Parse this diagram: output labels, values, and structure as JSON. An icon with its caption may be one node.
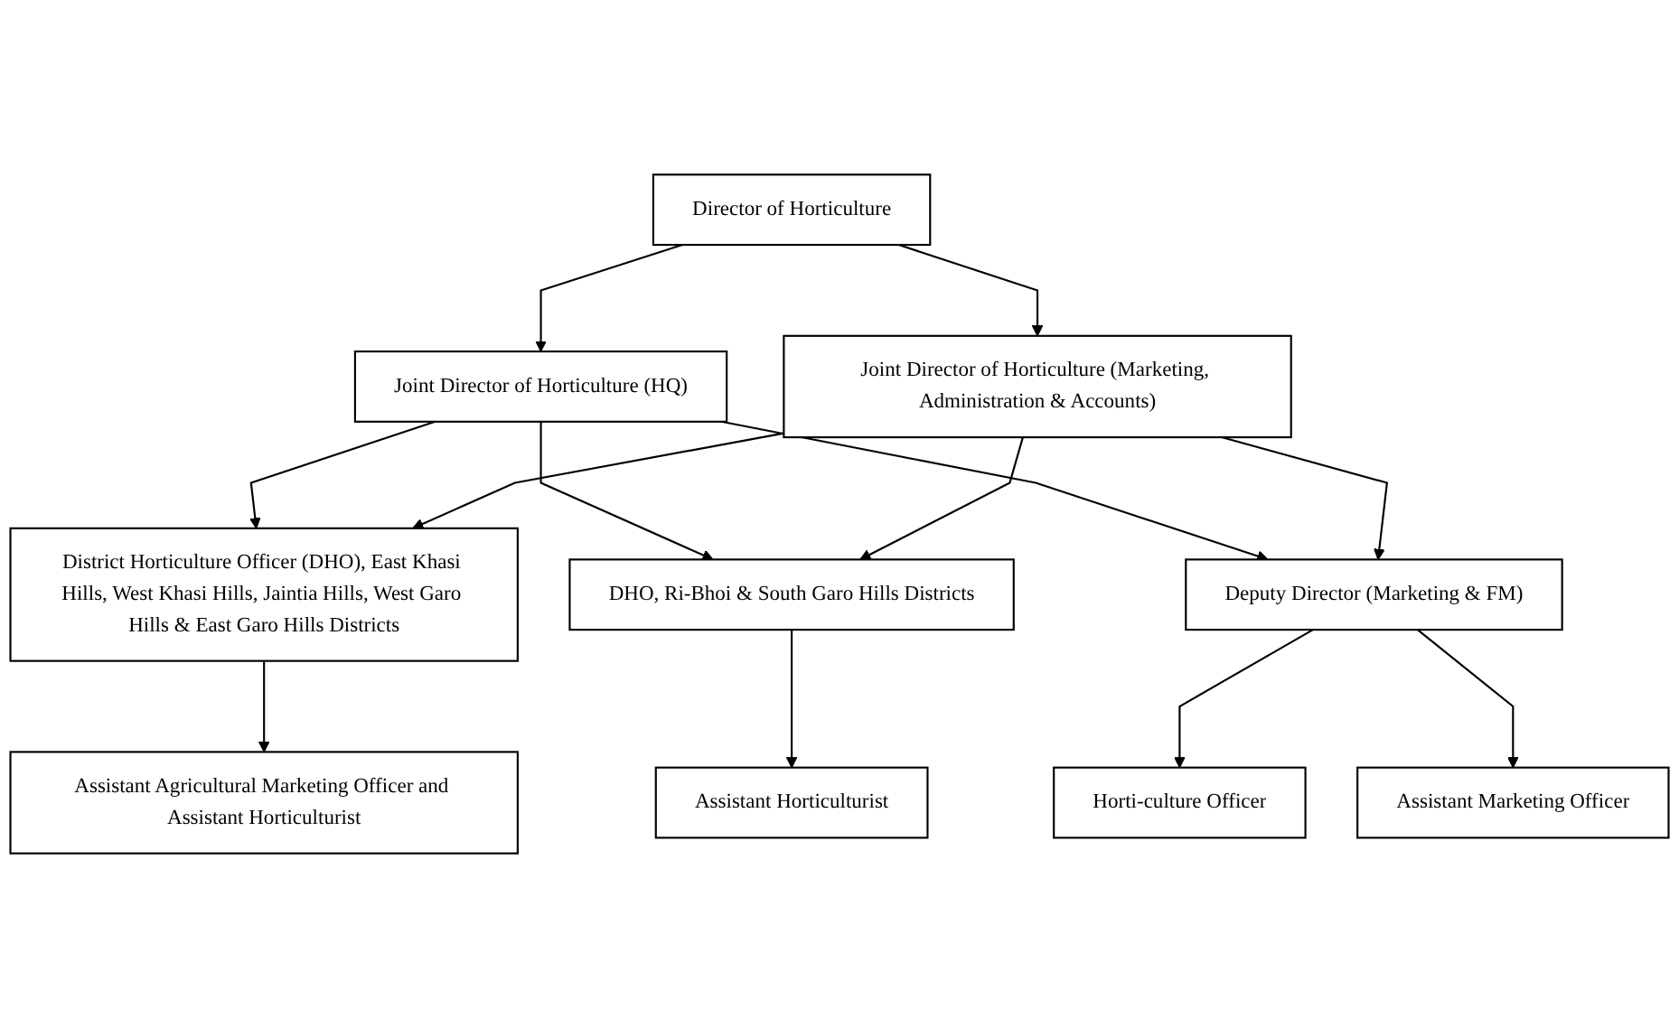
{
  "diagram": {
    "nodes": [
      {
        "text": [
          "Director of Horticulture"
        ]
      },
      {
        "text": [
          "Joint Director of Horticulture (HQ)"
        ]
      },
      {
        "text": [
          "Joint Director of Horticulture (Marketing, Administration & Accounts)"
        ]
      },
      {
        "text": [
          "District Horticulture Officer (DHO), East Khasi Hills, West Khasi Hills, Jaintia Hills, West Garo Hills & East Garo Hills Districts"
        ]
      },
      {
        "text": [
          "DHO, Ri-Bhoi & South Garo Hills Districts"
        ]
      },
      {
        "text": [
          "Deputy Director (Marketing & FM)"
        ]
      },
      {
        "text": [
          "Assistant Agricultural Marketing Officer and Assistant Horticulturist"
        ]
      },
      {
        "text": [
          "Assistant Horticulturist"
        ]
      },
      {
        "text": [
          "Horti-culture Officer"
        ]
      },
      {
        "text": [
          "Assistant Marketing Officer"
        ]
      }
    ],
    "edges": [
      {
        "from": 0,
        "to": 1,
        "arrow": "to"
      },
      {
        "from": 0,
        "to": 2,
        "arrow": "to"
      },
      {
        "from": 1,
        "to": 3,
        "arrow": "to"
      },
      {
        "from": 1,
        "to": 4,
        "arrow": "to"
      },
      {
        "from": 1,
        "to": 5,
        "arrow": "to"
      },
      {
        "from": 2,
        "to": 3,
        "arrow": "to"
      },
      {
        "from": 2,
        "to": 4,
        "arrow": "to"
      },
      {
        "from": 2,
        "to": 5,
        "arrow": "to"
      },
      {
        "from": 3,
        "to": 6,
        "arrow": "to"
      },
      {
        "from": 4,
        "to": 7,
        "arrow": "to"
      },
      {
        "from": 5,
        "to": 8,
        "arrow": "to"
      },
      {
        "from": 5,
        "to": 9,
        "arrow": "to"
      }
    ]
  }
}
